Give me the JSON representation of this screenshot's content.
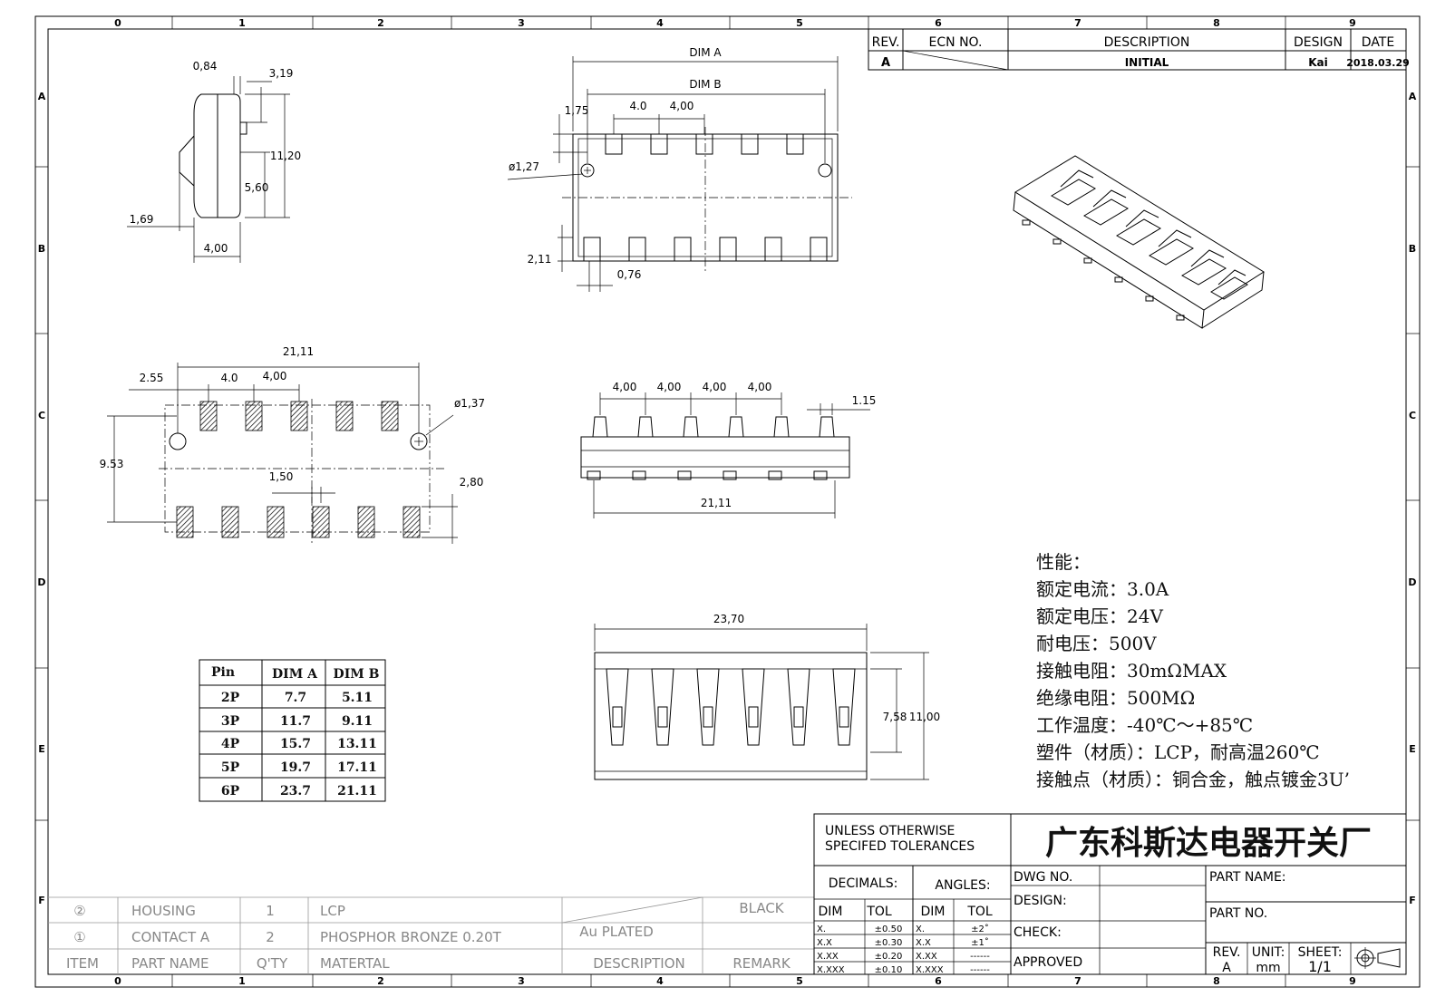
{
  "border": {
    "cols_top": [
      "0",
      "1",
      "2",
      "3",
      "4",
      "5",
      "6",
      "7",
      "8",
      "9"
    ],
    "rows_side": [
      "A",
      "B",
      "C",
      "D",
      "E",
      "F"
    ]
  },
  "revision": {
    "headers": {
      "rev": "REV.",
      "ecn": "ECN  NO.",
      "desc": "DESCRIPTION",
      "design": "DESIGN",
      "date": "DATE"
    },
    "row": {
      "rev": "A",
      "desc": "INITIAL",
      "design": "Kai",
      "date": "2018.03.29"
    }
  },
  "side_view": {
    "d1": "0,84",
    "d2": "3,19",
    "d3": "11,20",
    "d4": "5,60",
    "d5": "1,69",
    "d6": "4,00"
  },
  "top_view": {
    "dimA": "DIM  A",
    "dimB": "DIM  B",
    "d175": "1,75",
    "d40": "4.0",
    "d400": "4,00",
    "hole": "ø1,27",
    "d211": "2,11",
    "d076": "0,76"
  },
  "footprint": {
    "width": "21,11",
    "d255": "2.55",
    "d40": "4.0",
    "d400": "4,00",
    "hole": "ø1,37",
    "h953": "9.53",
    "d150": "1,50",
    "d280": "2,80"
  },
  "front_view": {
    "p1": "4,00",
    "p2": "4,00",
    "p3": "4,00",
    "p4": "4,00",
    "d115": "1.15",
    "w": "21,11"
  },
  "bottom_view": {
    "w": "23,70",
    "h1": "7,58",
    "h2": "11,00"
  },
  "dim_table": {
    "headers": [
      "Pin",
      "DIM A",
      "DIM B"
    ],
    "rows": [
      [
        "2P",
        "7.7",
        "5.11"
      ],
      [
        "3P",
        "11.7",
        "9.11"
      ],
      [
        "4P",
        "15.7",
        "13.11"
      ],
      [
        "5P",
        "19.7",
        "17.11"
      ],
      [
        "6P",
        "23.7",
        "21.11"
      ]
    ]
  },
  "specs": [
    "性能：",
    "额定电流：3.0A",
    "额定电压：24V",
    "耐电压：500V",
    "接触电阻：30mΩMAX",
    "绝缘电阻：500MΩ",
    "工作温度：-40℃～+85℃",
    "塑件（材质）：LCP，耐高温260℃",
    "接触点（材质）：铜合金，触点镀金3U’"
  ],
  "bom": {
    "rows": [
      {
        "item": "②",
        "name": "HOUSING",
        "qty": "1",
        "material": "LCP",
        "desc": "",
        "remark": "BLACK"
      },
      {
        "item": "①",
        "name": "CONTACT  A",
        "qty": "2",
        "material": "PHOSPHOR  BRONZE  0.20T",
        "desc": "Au  PLATED",
        "remark": ""
      }
    ],
    "headers": {
      "item": "ITEM",
      "name": "PART  NAME",
      "qty": "Q'TY",
      "material": "MATERTAL",
      "desc": "DESCRIPTION",
      "remark": "REMARK"
    }
  },
  "title_block": {
    "tol1": "UNLESS  OTHERWISE",
    "tol2": "SPECIFED  TOLERANCES",
    "company": "广东科斯达电器开关厂",
    "decimals": "DECIMALS:",
    "angles": "ANGLES:",
    "dim": "DIM",
    "tol": "TOL",
    "dec_rows": [
      [
        "X.",
        "±0.50"
      ],
      [
        "X.X",
        "±0.30"
      ],
      [
        "X.XX",
        "±0.20"
      ],
      [
        "X.XXX",
        "±0.10"
      ]
    ],
    "ang_rows": [
      [
        "X.",
        "±2˚"
      ],
      [
        "X.X",
        "±1˚"
      ],
      [
        "X.XX",
        "------"
      ],
      [
        "X.XXX",
        "------"
      ]
    ],
    "dwg": "DWG  NO.",
    "design": "DESIGN:",
    "check": "CHECK:",
    "approved": "APPROVED",
    "part_name": "PART  NAME:",
    "part_no": "PART  NO.",
    "rev": "REV.",
    "rev_val": "A",
    "unit": "UNIT:",
    "unit_val": "mm",
    "sheet": "SHEET:",
    "sheet_val": "1/1"
  }
}
